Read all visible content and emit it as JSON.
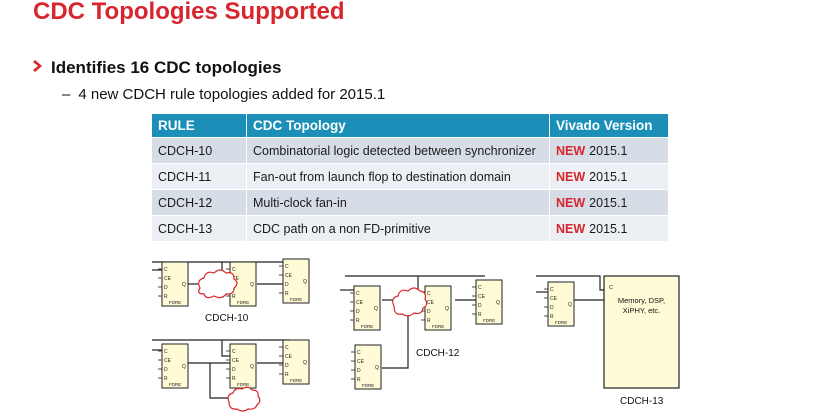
{
  "slide": {
    "title": "CDC Topologies Supported",
    "bullet": "Identifies 16 CDC topologies",
    "sub_bullet": "4 new CDCH rule topologies added for 2015.1"
  },
  "table": {
    "headers": [
      "RULE",
      "CDC Topology",
      "Vivado Version"
    ],
    "rows": [
      {
        "rule": "CDCH-10",
        "topology": "Combinatorial logic detected between synchronizer",
        "new": "NEW",
        "version": "2015.1"
      },
      {
        "rule": "CDCH-11",
        "topology": "Fan-out from launch flop to destination domain",
        "new": "NEW",
        "version": "2015.1"
      },
      {
        "rule": "CDCH-12",
        "topology": "Multi-clock fan-in",
        "new": "NEW",
        "version": "2015.1"
      },
      {
        "rule": "CDCH-13",
        "topology": "CDC path on a non FD-primitive",
        "new": "NEW",
        "version": "2015.1"
      }
    ]
  },
  "diagrams": {
    "cdch10_label": "CDCH-10",
    "cdch12_label": "CDCH-12",
    "cdch13_label": "CDCH-13",
    "block_text": "Memory, DSP, XiPHY, etc.",
    "flop_name": "FDRE",
    "pin_c": "C",
    "pin_ce": "CE",
    "pin_d": "D",
    "pin_r": "R",
    "pin_q": "Q"
  },
  "colors": {
    "title": "#d7262e",
    "header_bg": "#1b8fb8",
    "row_dark": "#d6dde6",
    "row_light": "#eceff3",
    "new_text": "#d7262e",
    "flop_fill": "#fffbd6",
    "cloud": "#d7262e"
  }
}
